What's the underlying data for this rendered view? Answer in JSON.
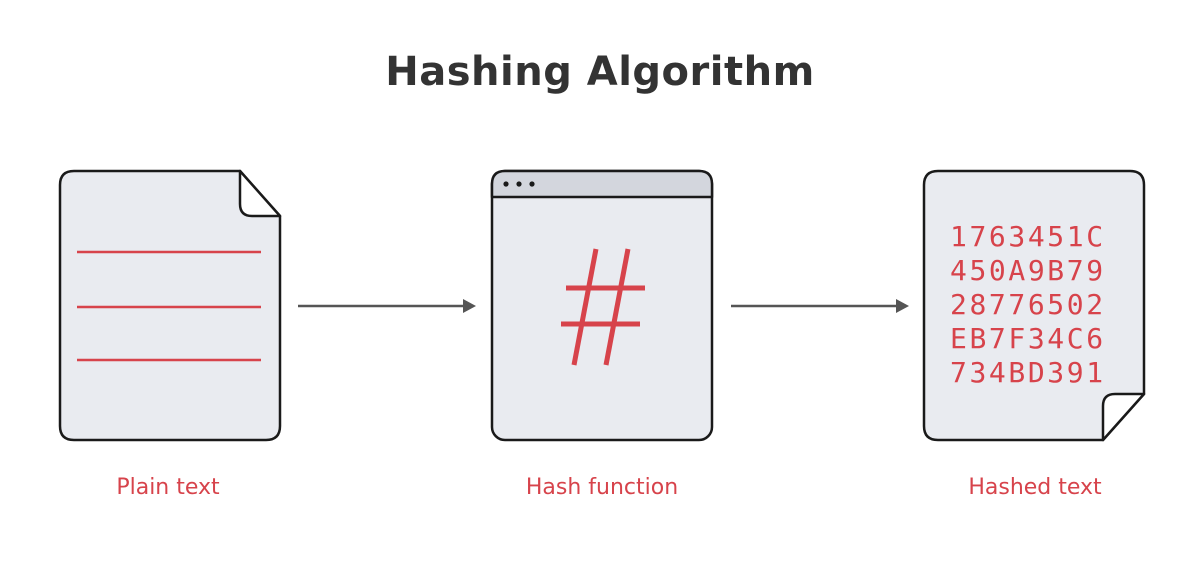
{
  "title": "Hashing Algorithm",
  "captions": {
    "plain": "Plain text",
    "function": "Hash function",
    "hashed": "Hashed text"
  },
  "hash_symbol": "#",
  "hashed_lines": [
    "1763451C",
    "450A9B79",
    "28776502",
    "EB7F34C6",
    "734BD391"
  ],
  "colors": {
    "accent": "#d7434b",
    "outline": "#1a1a1a",
    "panel_fill": "#e9ebf0",
    "titlebar_fill": "#d3d6dd",
    "arrow": "#555555",
    "title_text": "#333333"
  }
}
